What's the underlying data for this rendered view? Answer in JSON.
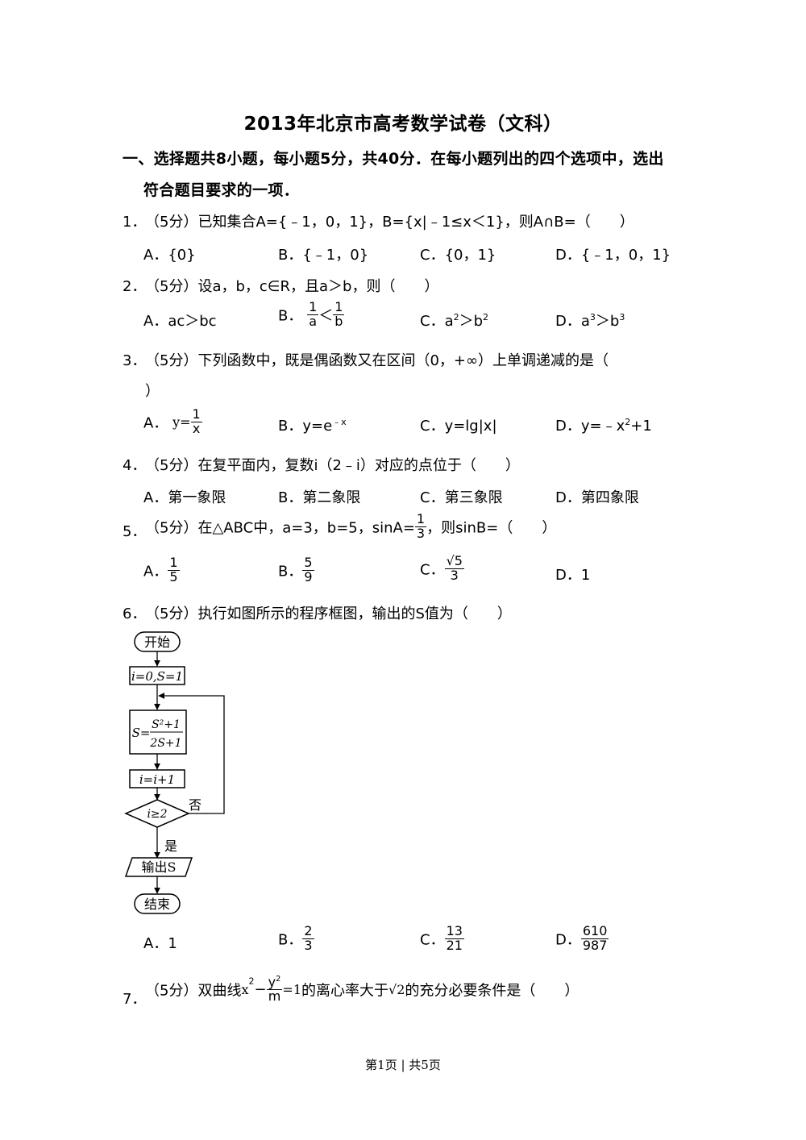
{
  "title": "2013年北京市高考数学试卷（文科）",
  "section": {
    "line1": "一、选择题共8小题，每小题5分，共40分．在每小题列出的四个选项中，选出",
    "line2": "符合题目要求的一项．"
  },
  "q1": {
    "number": "1．",
    "stem": "（5分）已知集合A={﹣1，0，1}，B={x|﹣1≤x＜1}，则A∩B=（　　）",
    "A": "A．{0}",
    "B": "B．{﹣1，0}",
    "C": "C．{0，1}",
    "D": "D．{﹣1，0，1}"
  },
  "q2": {
    "number": "2．",
    "stem": "（5分）设a，b，c∈R，且a＞b，则（　　）",
    "A": "A．ac＞bc",
    "B_label": "B．",
    "B_num1": "1",
    "B_den1": "a",
    "B_rel": "＜",
    "B_num2": "1",
    "B_den2": "b",
    "C_label": "C．",
    "C_text": "a",
    "C_sup1": "2",
    "C_rel": "＞b",
    "C_sup2": "2",
    "D_label": "D．",
    "D_text": "a",
    "D_sup1": "3",
    "D_rel": "＞b",
    "D_sup2": "3"
  },
  "q3": {
    "number": "3．",
    "stem": "（5分）下列函数中，既是偶函数又在区间（0，+∞）上单调递减的是（",
    "stem2": "）",
    "A_label": "A．",
    "A_pre": "y=",
    "A_num": "1",
    "A_den": "x",
    "B_label": "B．",
    "B_text": "y=e",
    "B_sup": "﹣x",
    "C": "C．y=lg|x|",
    "D_label": "D．",
    "D_text": "y=﹣x",
    "D_sup": "2",
    "D_post": "+1"
  },
  "q4": {
    "number": "4．",
    "stem": "（5分）在复平面内，复数i（2﹣i）对应的点位于（　　）",
    "A": "A．第一象限",
    "B": "B．第二象限",
    "C": "C．第三象限",
    "D": "D．第四象限"
  },
  "q5": {
    "number": "5．",
    "stem_pre": "（5分）在△ABC中，a=3，b=5，sinA=",
    "stem_num": "1",
    "stem_den": "3",
    "stem_post": "，则sinB=（　　）",
    "A_label": "A．",
    "A_num": "1",
    "A_den": "5",
    "B_label": "B．",
    "B_num": "5",
    "B_den": "9",
    "C_label": "C．",
    "C_num": "√5",
    "C_den": "3",
    "D": "D．1"
  },
  "q6": {
    "number": "6．",
    "stem": "（5分）执行如图所示的程序框图，输出的S值为（　　）",
    "flow": {
      "start": "开始",
      "init": "i=0,S=1",
      "assign_left": "S=",
      "assign_num": "S²+1",
      "assign_den": "2S+1",
      "incr": "i=i+1",
      "cond": "i≥2",
      "no": "否",
      "yes": "是",
      "output": "输出S",
      "end": "结束"
    },
    "A": "A．1",
    "B_label": "B．",
    "B_num": "2",
    "B_den": "3",
    "C_label": "C．",
    "C_num": "13",
    "C_den": "21",
    "D_label": "D．",
    "D_num": "610",
    "D_den": "987"
  },
  "q7": {
    "number": "7．",
    "stem_pre": "（5分）双曲线",
    "x": "x",
    "x_sup": "2",
    "minus": "−",
    "y_num": "y",
    "y_sup": "2",
    "y_den": "m",
    "eq": "=1",
    "stem_mid": "的离心率大于",
    "sqrt": "√2",
    "stem_post": "的充分必要条件是（　　）"
  },
  "footer": "第1页 | 共5页"
}
